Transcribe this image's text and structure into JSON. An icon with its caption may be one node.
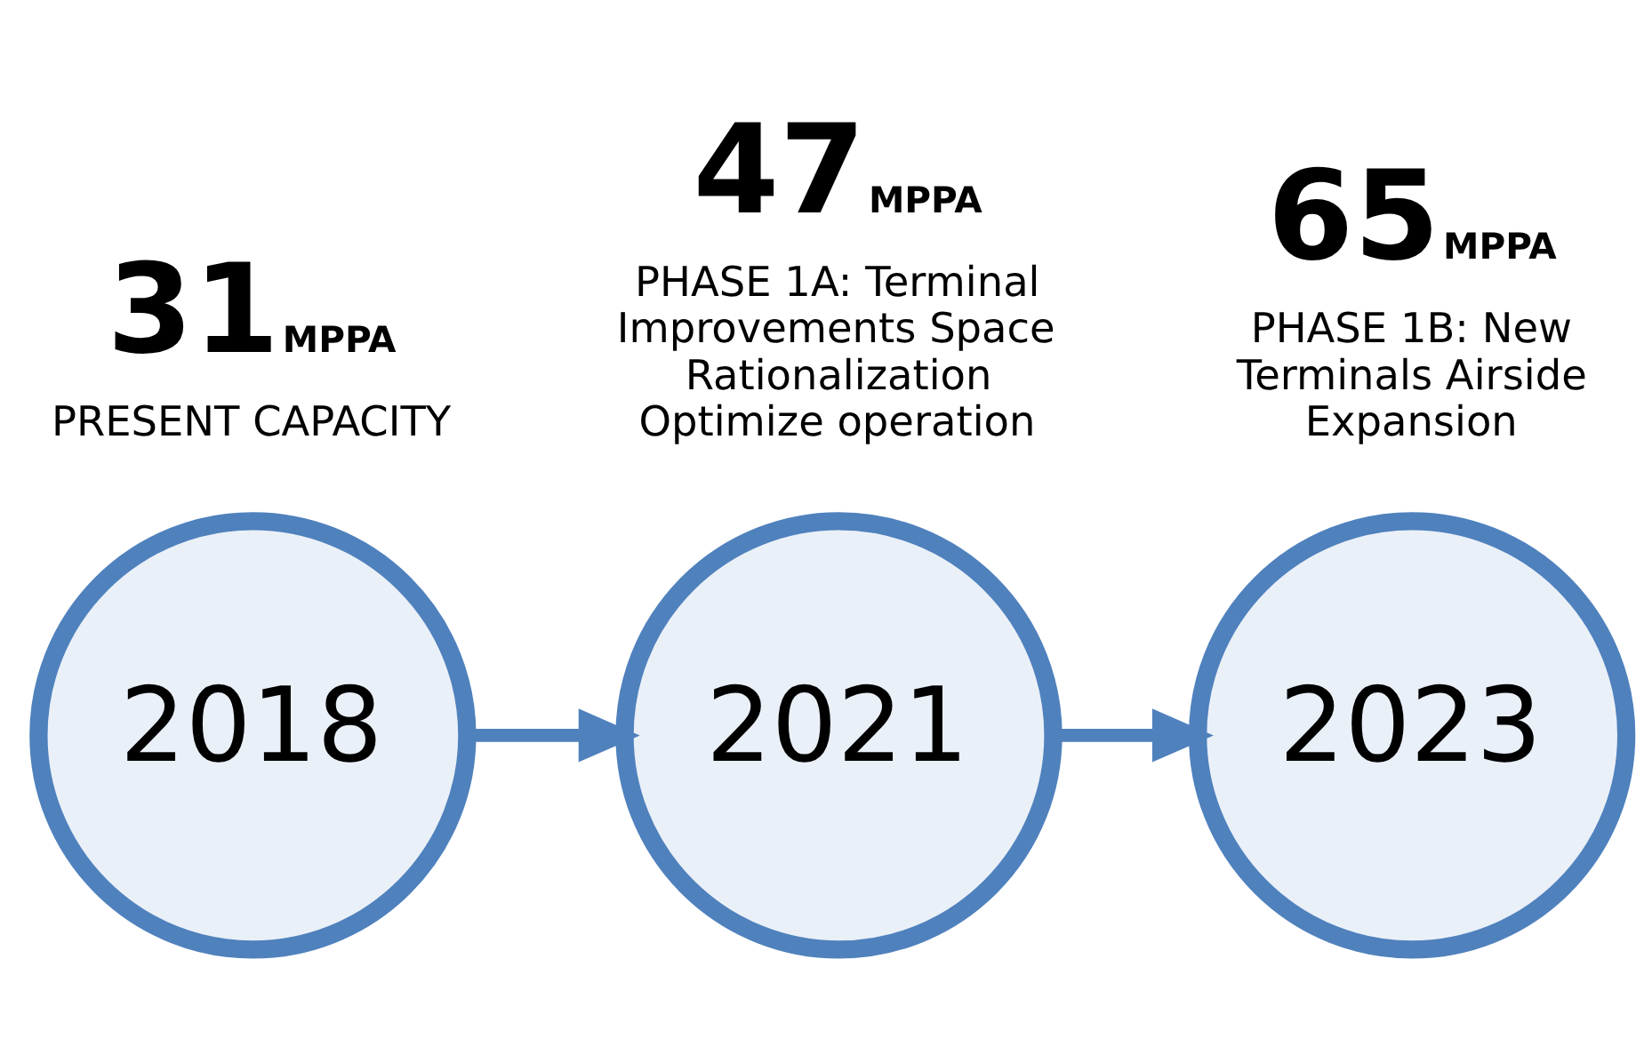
{
  "diagram": {
    "nodes": [
      {
        "text": [
          "2018"
        ],
        "beside": [
          "31",
          "MPPA",
          "PRESENT CAPACITY"
        ]
      },
      {
        "text": [
          "2021"
        ],
        "beside": [
          "47",
          "MPPA",
          "PHASE 1A: Terminal Improvements Space Rationalization Optimize operation"
        ]
      },
      {
        "text": [
          "2023"
        ],
        "beside": [
          "65",
          "MPPA",
          "PHASE 1B: New Terminals Airside Expansion"
        ]
      }
    ],
    "edges": [
      {
        "from": 0,
        "to": 1,
        "arrow": "to"
      },
      {
        "from": 1,
        "to": 2,
        "arrow": "to"
      }
    ]
  }
}
